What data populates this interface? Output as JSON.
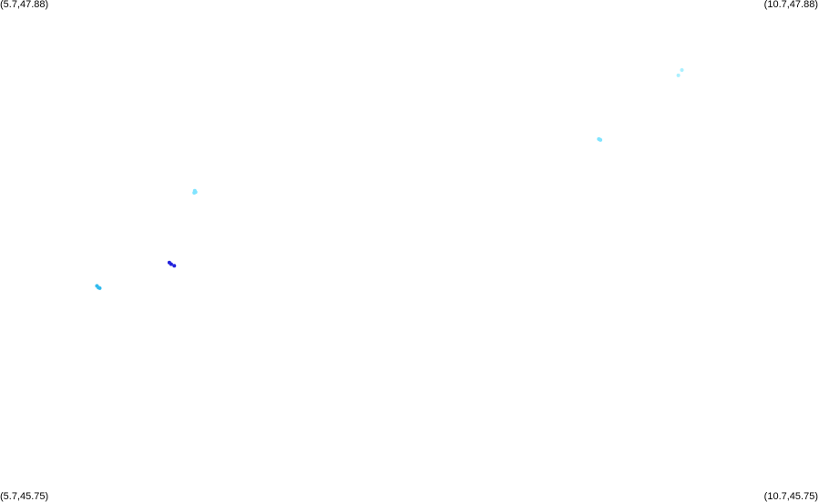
{
  "map": {
    "corners": {
      "top_left": "(5.7,47.88)",
      "top_right": "(10.7,47.88)",
      "bottom_left": "(5.7,45.75)",
      "bottom_right": "(10.7,45.75)"
    },
    "extent": {
      "lon_min": 5.7,
      "lon_max": 10.7,
      "lat_min": 45.75,
      "lat_max": 47.88
    },
    "background_color": "#ffffff",
    "points": [
      {
        "lon": 9.863,
        "lat": 47.583,
        "color": "#aaf0ff"
      },
      {
        "lon": 9.841,
        "lat": 47.56,
        "color": "#aaf0ff"
      },
      {
        "lon": 9.361,
        "lat": 47.288,
        "color": "#80e4ff"
      },
      {
        "lon": 9.366,
        "lat": 47.286,
        "color": "#80e4ff"
      },
      {
        "lon": 9.356,
        "lat": 47.29,
        "color": "#80e4ff"
      },
      {
        "lon": 6.889,
        "lat": 47.071,
        "color": "#80e4ff"
      },
      {
        "lon": 6.894,
        "lat": 47.065,
        "color": "#80e4ff"
      },
      {
        "lon": 6.886,
        "lat": 47.062,
        "color": "#80e4ff"
      },
      {
        "lon": 6.734,
        "lat": 46.766,
        "color": "#2222dd"
      },
      {
        "lon": 6.745,
        "lat": 46.759,
        "color": "#2222dd"
      },
      {
        "lon": 6.764,
        "lat": 46.752,
        "color": "#2222dd"
      },
      {
        "lon": 6.292,
        "lat": 46.667,
        "color": "#33bbee"
      },
      {
        "lon": 6.301,
        "lat": 46.66,
        "color": "#33bbee"
      },
      {
        "lon": 6.309,
        "lat": 46.657,
        "color": "#33bbee"
      }
    ]
  }
}
